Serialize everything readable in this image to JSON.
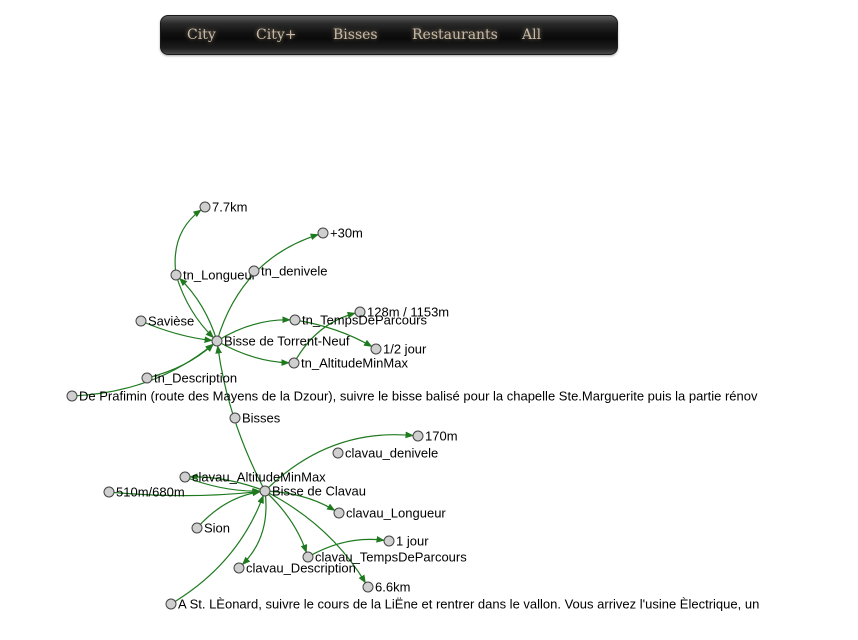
{
  "nav": {
    "items": [
      "City",
      "City+",
      "Bisses",
      "Restaurants",
      "All"
    ]
  },
  "colors": {
    "edge": "#1f7a1f",
    "node_fill": "#cfcfcf",
    "node_stroke": "#444444"
  },
  "graph": {
    "nodes": [
      {
        "id": "n_77km",
        "label": "7.7km"
      },
      {
        "id": "n_30m",
        "label": "+30m"
      },
      {
        "id": "n_tn_longueur",
        "label": "tn_Longueur"
      },
      {
        "id": "n_tn_denivele",
        "label": "tn_denivele"
      },
      {
        "id": "n_128m",
        "label": "128m / 1153m"
      },
      {
        "id": "n_saviese",
        "label": "Savièse"
      },
      {
        "id": "n_tn_temps",
        "label": "tn_TempsDeParcours"
      },
      {
        "id": "n_bisse_tn",
        "label": "Bisse de Torrent-Neuf"
      },
      {
        "id": "n_half_jour",
        "label": "1/2 jour"
      },
      {
        "id": "n_tn_altitude",
        "label": "tn_AltitudeMinMax"
      },
      {
        "id": "n_tn_description",
        "label": "tn_Description"
      },
      {
        "id": "n_prafimin",
        "label": "De Prafimin (route des Mayens de la Dzour), suivre le bisse balisé pour la chapelle Ste.Marguerite puis la partie rénov"
      },
      {
        "id": "n_bisses",
        "label": "Bisses"
      },
      {
        "id": "n_170m",
        "label": "170m"
      },
      {
        "id": "n_clavau_denivele",
        "label": "clavau_denivele"
      },
      {
        "id": "n_clavau_altitude",
        "label": "clavau_AltitudeMinMax"
      },
      {
        "id": "n_510m",
        "label": "510m/680m"
      },
      {
        "id": "n_bisse_clavau",
        "label": "Bisse de Clavau"
      },
      {
        "id": "n_clavau_longueur",
        "label": "clavau_Longueur"
      },
      {
        "id": "n_sion",
        "label": "Sion"
      },
      {
        "id": "n_1jour",
        "label": "1 jour"
      },
      {
        "id": "n_clavau_temps",
        "label": "clavau_TempsDeParcours"
      },
      {
        "id": "n_clavau_description",
        "label": "clavau_Description"
      },
      {
        "id": "n_66km",
        "label": "6.6km"
      },
      {
        "id": "n_stleonard",
        "label": "A St. LÈonard, suivre le cours de la LiËne et rentrer dans le vallon. Vous arrivez l'usine Èlectrique, un"
      }
    ],
    "edges": [
      {
        "from": "n_tn_longueur",
        "to": "n_77km"
      },
      {
        "from": "n_tn_longueur",
        "to": "n_bisse_tn"
      },
      {
        "from": "n_bisse_tn",
        "to": "n_tn_longueur"
      },
      {
        "from": "n_bisse_tn",
        "to": "n_30m"
      },
      {
        "from": "n_bisse_tn",
        "to": "n_tn_temps"
      },
      {
        "from": "n_tn_temps",
        "to": "n_half_jour"
      },
      {
        "from": "n_bisse_tn",
        "to": "n_tn_altitude"
      },
      {
        "from": "n_tn_altitude",
        "to": "n_128m"
      },
      {
        "from": "n_saviese",
        "to": "n_bisse_tn"
      },
      {
        "from": "n_tn_description",
        "to": "n_bisse_tn"
      },
      {
        "from": "n_prafimin",
        "to": "n_bisse_tn"
      },
      {
        "from": "n_bisse_clavau",
        "to": "n_bisse_tn"
      },
      {
        "from": "n_bisse_clavau",
        "to": "n_170m"
      },
      {
        "from": "n_bisse_clavau",
        "to": "n_clavau_longueur"
      },
      {
        "from": "n_bisse_clavau",
        "to": "n_clavau_altitude"
      },
      {
        "from": "n_clavau_altitude",
        "to": "n_bisse_clavau"
      },
      {
        "from": "n_510m",
        "to": "n_bisse_clavau"
      },
      {
        "from": "n_sion",
        "to": "n_bisse_clavau"
      },
      {
        "from": "n_bisse_clavau",
        "to": "n_clavau_description"
      },
      {
        "from": "n_stleonard",
        "to": "n_bisse_clavau"
      },
      {
        "from": "n_bisse_clavau",
        "to": "n_clavau_temps"
      },
      {
        "from": "n_clavau_temps",
        "to": "n_1jour"
      },
      {
        "from": "n_bisse_clavau",
        "to": "n_66km"
      }
    ]
  }
}
